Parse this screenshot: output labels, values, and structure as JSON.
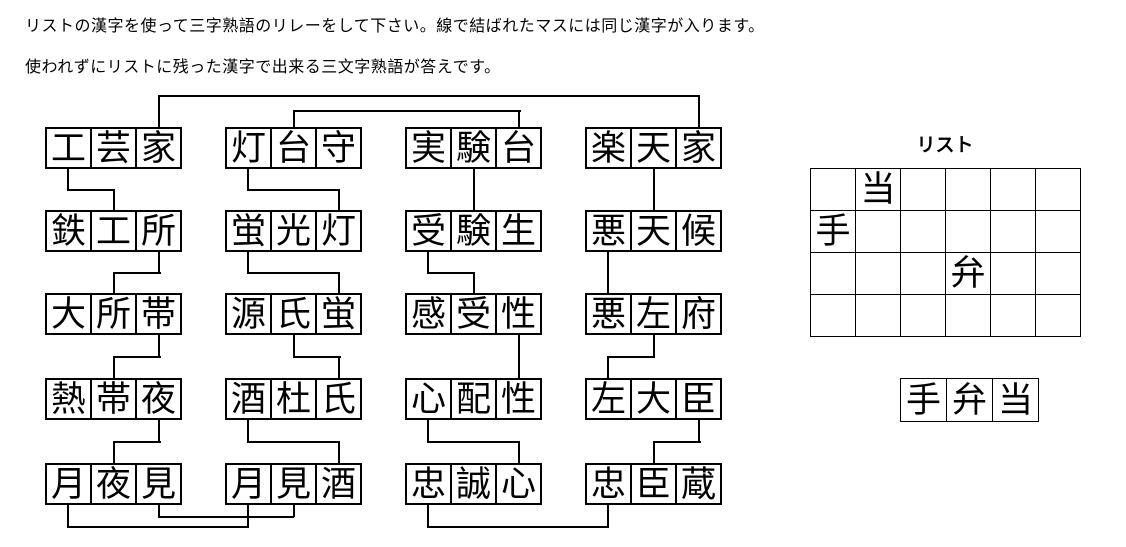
{
  "colors": {
    "ink": "#000000",
    "background": "#ffffff"
  },
  "instructions": {
    "line1": "リストの漢字を使って三字熟語のリレーをして下さい。線で結ばれたマスには同じ漢字が入ります。",
    "line2": "使われずにリストに残った漢字で出来る三文字熟語が答えです。"
  },
  "puzzle": {
    "columns": [
      {
        "words": [
          "工芸家",
          "鉄工所",
          "大所帯",
          "熱帯夜",
          "月夜見"
        ]
      },
      {
        "words": [
          "灯台守",
          "蛍光灯",
          "源氏蛍",
          "酒杜氏",
          "月見酒"
        ]
      },
      {
        "words": [
          "実験台",
          "受験生",
          "感受性",
          "心配性",
          "忠誠心"
        ]
      },
      {
        "words": [
          "楽天家",
          "悪天候",
          "悪左府",
          "左大臣",
          "忠臣蔵"
        ]
      }
    ],
    "connections": [
      {
        "type": "top",
        "level": 0,
        "from": [
          0,
          0,
          2
        ],
        "to": [
          3,
          0,
          2
        ],
        "label": "家"
      },
      {
        "type": "top",
        "level": 1,
        "from": [
          1,
          0,
          1
        ],
        "to": [
          2,
          0,
          2
        ],
        "label": "台"
      },
      {
        "type": "mid",
        "from": [
          0,
          0,
          0
        ],
        "to": [
          0,
          1,
          1
        ],
        "label": "工"
      },
      {
        "type": "mid",
        "from": [
          0,
          1,
          2
        ],
        "to": [
          0,
          2,
          1
        ],
        "label": "所"
      },
      {
        "type": "mid",
        "from": [
          0,
          2,
          2
        ],
        "to": [
          0,
          3,
          1
        ],
        "label": "帯"
      },
      {
        "type": "mid",
        "from": [
          0,
          3,
          2
        ],
        "to": [
          0,
          4,
          1
        ],
        "label": "夜"
      },
      {
        "type": "mid",
        "from": [
          1,
          0,
          0
        ],
        "to": [
          1,
          1,
          2
        ],
        "label": "灯"
      },
      {
        "type": "mid",
        "from": [
          1,
          1,
          0
        ],
        "to": [
          1,
          2,
          2
        ],
        "label": "蛍"
      },
      {
        "type": "mid",
        "from": [
          1,
          2,
          1
        ],
        "to": [
          1,
          3,
          2
        ],
        "label": "氏"
      },
      {
        "type": "mid",
        "from": [
          1,
          3,
          0
        ],
        "to": [
          1,
          4,
          2
        ],
        "label": "酒"
      },
      {
        "type": "mid",
        "from": [
          2,
          0,
          1
        ],
        "to": [
          2,
          1,
          1
        ],
        "label": "験"
      },
      {
        "type": "mid",
        "from": [
          2,
          1,
          0
        ],
        "to": [
          2,
          2,
          1
        ],
        "label": "受"
      },
      {
        "type": "mid",
        "from": [
          2,
          2,
          2
        ],
        "to": [
          2,
          3,
          2
        ],
        "label": "性"
      },
      {
        "type": "mid",
        "from": [
          2,
          3,
          0
        ],
        "to": [
          2,
          4,
          2
        ],
        "label": "心"
      },
      {
        "type": "mid",
        "from": [
          3,
          0,
          1
        ],
        "to": [
          3,
          1,
          1
        ],
        "label": "天"
      },
      {
        "type": "mid",
        "from": [
          3,
          1,
          0
        ],
        "to": [
          3,
          2,
          0
        ],
        "label": "悪"
      },
      {
        "type": "mid",
        "from": [
          3,
          2,
          1
        ],
        "to": [
          3,
          3,
          0
        ],
        "label": "左"
      },
      {
        "type": "mid",
        "from": [
          3,
          3,
          2
        ],
        "to": [
          3,
          4,
          1
        ],
        "label": "臣"
      },
      {
        "type": "bottom",
        "level": 0,
        "from": [
          0,
          4,
          2
        ],
        "to": [
          1,
          4,
          1
        ],
        "label": "見"
      },
      {
        "type": "bottom",
        "level": 1,
        "from": [
          0,
          4,
          0
        ],
        "to": [
          1,
          4,
          0
        ],
        "label": "月"
      },
      {
        "type": "bottom",
        "level": 1,
        "from": [
          2,
          4,
          0
        ],
        "to": [
          3,
          4,
          0
        ],
        "label": "忠"
      }
    ]
  },
  "list": {
    "title": "リスト",
    "rows": [
      [
        "",
        "当",
        "",
        "",
        "",
        ""
      ],
      [
        "手",
        "",
        "",
        "",
        "",
        ""
      ],
      [
        "",
        "",
        "",
        "弁",
        "",
        ""
      ],
      [
        "",
        "",
        "",
        "",
        "",
        ""
      ]
    ]
  },
  "answer": {
    "chars": [
      "手",
      "弁",
      "当"
    ]
  }
}
